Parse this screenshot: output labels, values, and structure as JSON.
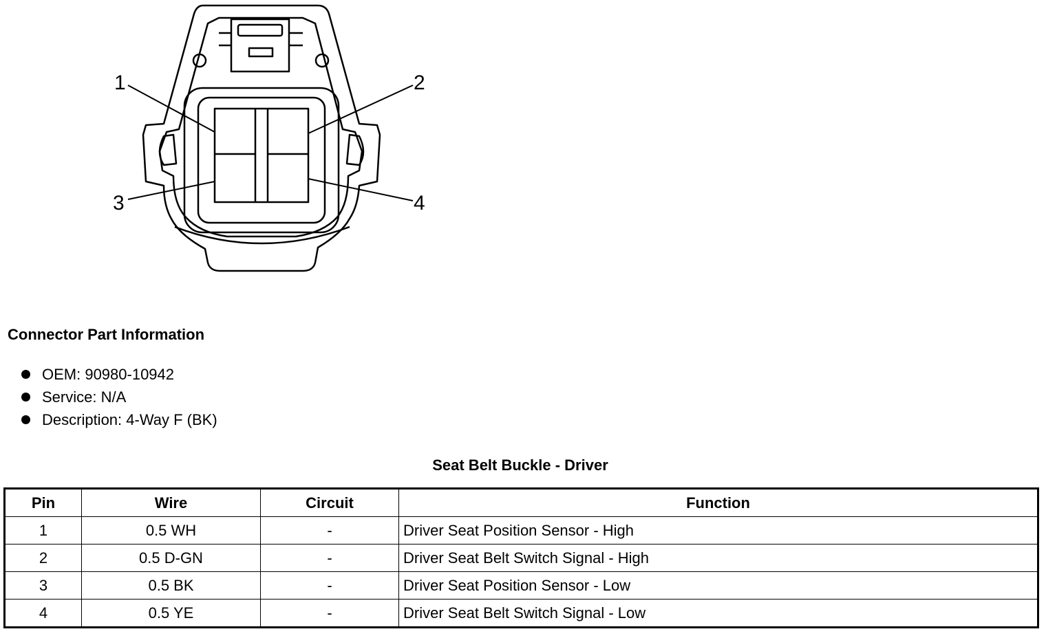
{
  "diagram": {
    "pin_labels": [
      "1",
      "2",
      "3",
      "4"
    ]
  },
  "connector_info": {
    "heading": "Connector Part Information",
    "items": [
      "OEM: 90980-10942",
      "Service: N/A",
      "Description: 4-Way F (BK)"
    ]
  },
  "table": {
    "title": "Seat Belt Buckle - Driver",
    "headers": [
      "Pin",
      "Wire",
      "Circuit",
      "Function"
    ],
    "rows": [
      [
        "1",
        "0.5 WH",
        "-",
        "Driver Seat Position Sensor - High"
      ],
      [
        "2",
        "0.5 D-GN",
        "-",
        "Driver Seat Belt Switch Signal - High"
      ],
      [
        "3",
        "0.5 BK",
        "-",
        "Driver Seat Position Sensor - Low"
      ],
      [
        "4",
        "0.5 YE",
        "-",
        "Driver Seat Belt Switch Signal - Low"
      ]
    ]
  }
}
